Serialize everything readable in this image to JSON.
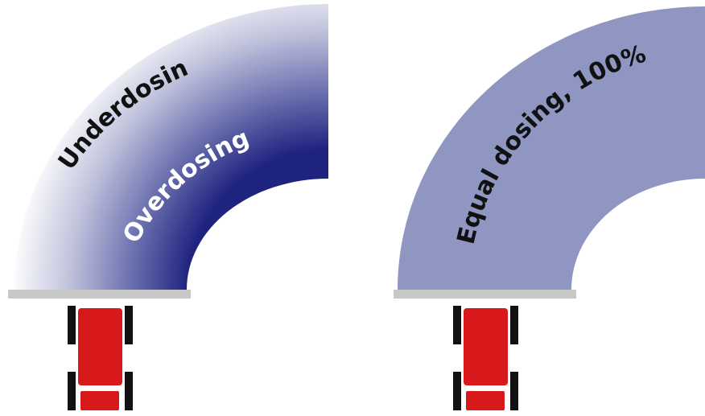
{
  "left_panel": {
    "outer_label": "Underdosing",
    "inner_label": "Overdosing"
  },
  "right_panel": {
    "label": "Equal dosing, 100%"
  },
  "colors": {
    "gradient_light": "#ffffff",
    "gradient_dark": "#1f2380",
    "equal_fill": "#8f96c2",
    "boom": "#c8c8c8",
    "tractor_body": "#d7191c",
    "tyre": "#111111"
  },
  "icons": [
    "tractor-icon",
    "tractor-icon"
  ]
}
